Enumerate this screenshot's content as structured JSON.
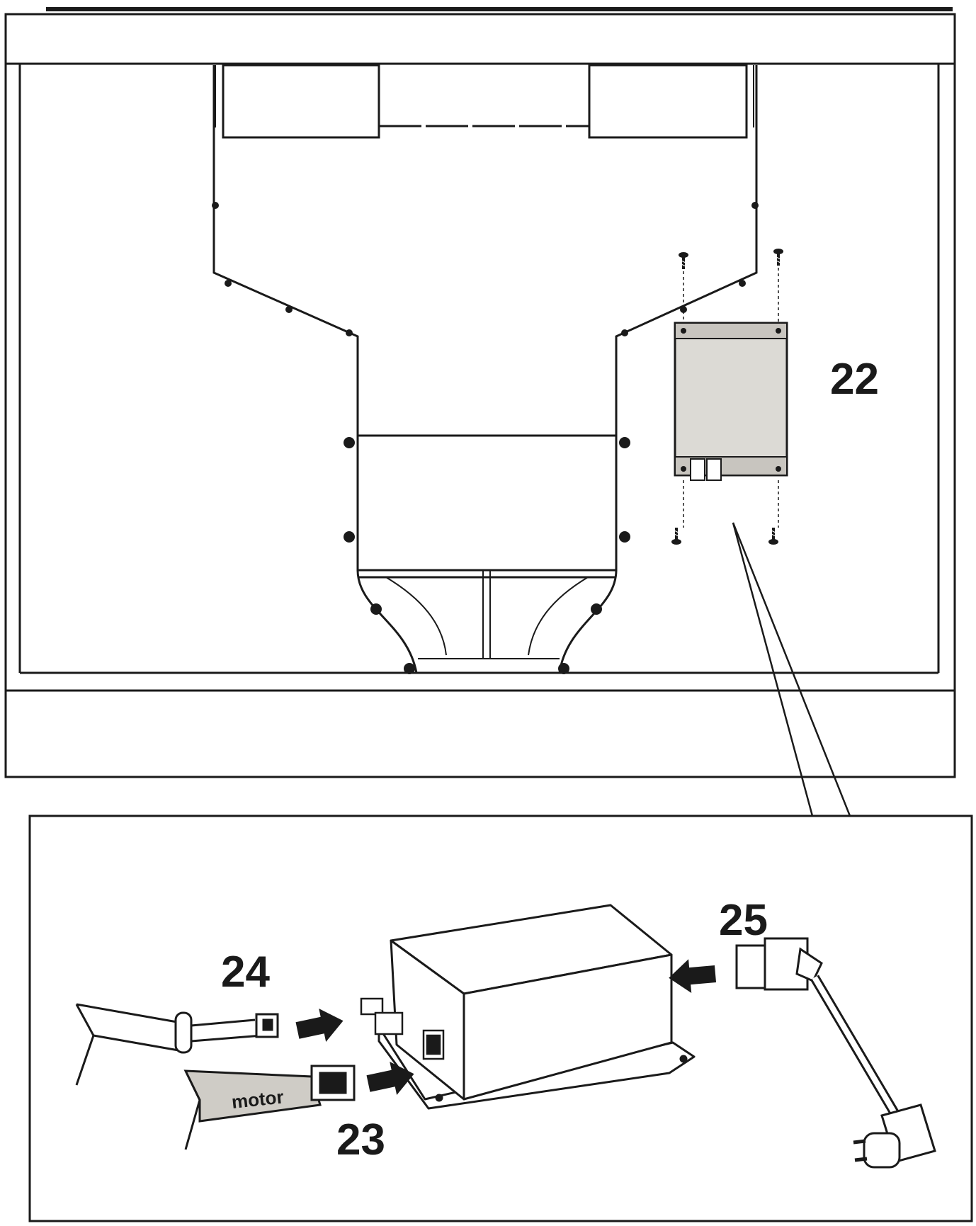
{
  "labels": {
    "control_unit": "22",
    "motor_connector": "23",
    "signal_connector": "24",
    "power_connector": "25"
  },
  "cable_label": "motor",
  "colors": {
    "line": "#1a1a1a",
    "unit_fill": "#dcdad5",
    "motor_cable_fill": "#cfccc6",
    "background": "#ffffff"
  },
  "icons": [
    "screw-icon",
    "arrow-icon",
    "plug-icon",
    "connector-icon"
  ]
}
